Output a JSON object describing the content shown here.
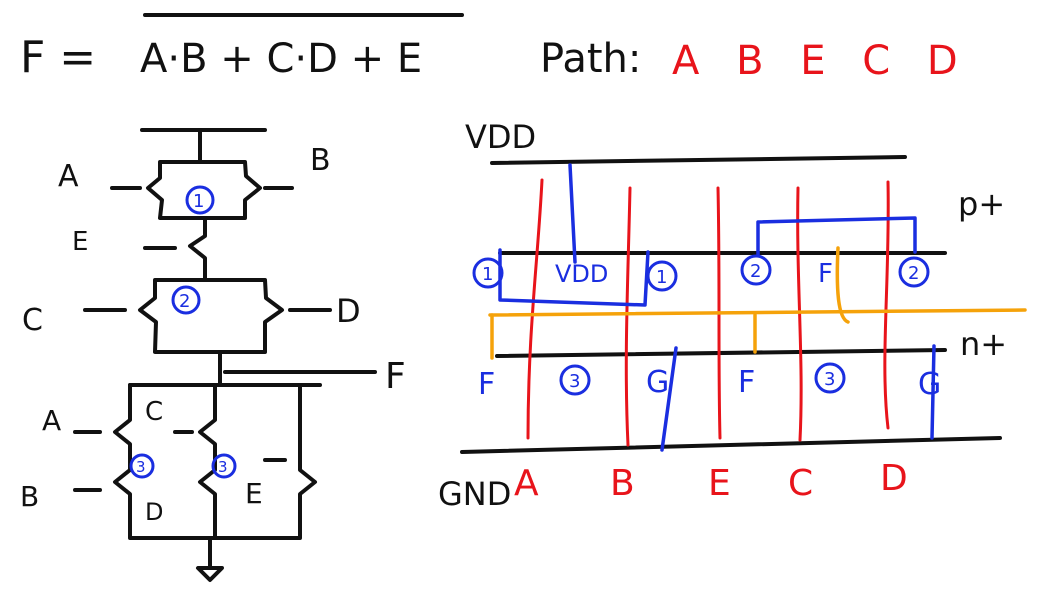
{
  "equation": {
    "lhs": "F =",
    "rhs": "A·B + C·D + E",
    "path_label": "Path:",
    "path_value": "A B E C D"
  },
  "schematic": {
    "pmos_labels": {
      "a": "A",
      "b": "B",
      "e": "E",
      "c": "C",
      "d": "D"
    },
    "node_1": "1",
    "node_2": "2",
    "output": "F",
    "nmos_labels": {
      "a": "A",
      "b": "B",
      "c": "C",
      "d": "D",
      "e": "E"
    },
    "nmos_node": "3"
  },
  "stick_diagram": {
    "vdd": "VDD",
    "gnd": "GND",
    "p_label": "p+",
    "n_label": "n+",
    "poly_labels": [
      "A",
      "B",
      "E",
      "C",
      "D"
    ],
    "p_nodes": [
      "1",
      "VDD",
      "1",
      "2",
      "F",
      "2"
    ],
    "n_nodes": [
      "F",
      "3",
      "G",
      "F",
      "3",
      "G"
    ]
  },
  "colors": {
    "ink": "#111111",
    "poly": "#e8141b",
    "metal": "#1a2ee0",
    "route": "#f5a20a"
  }
}
